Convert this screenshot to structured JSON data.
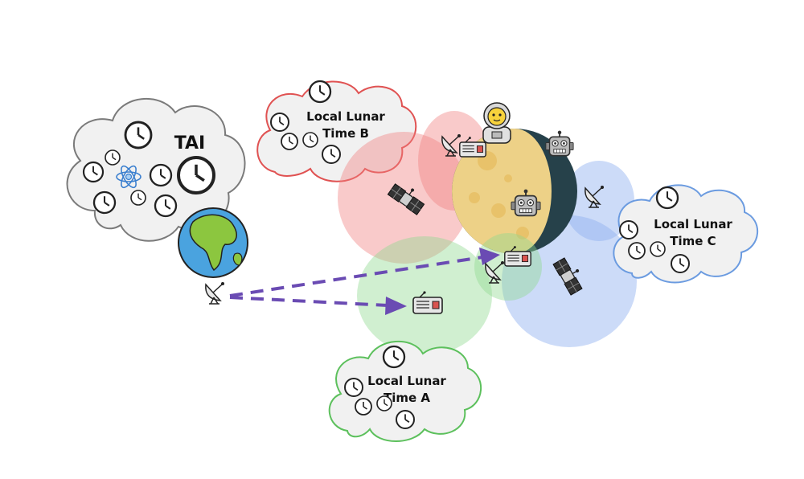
{
  "clouds": {
    "tai": {
      "label": "TAI",
      "stroke": "#7a7a7a"
    },
    "b": {
      "line1": "Local Lunar",
      "line2": "Time B",
      "stroke": "#e05252"
    },
    "c": {
      "line1": "Local Lunar",
      "line2": "Time C",
      "stroke": "#6b9be0"
    },
    "a": {
      "line1": "Local Lunar",
      "line2": "Time A",
      "stroke": "#5cc05c"
    }
  },
  "zones": {
    "red": "#f08080",
    "green": "#8fd88f",
    "blue": "#8fb0f0"
  },
  "arrows": {
    "color": "#6a4bb3"
  },
  "icons": [
    "clock-icon",
    "atom-icon",
    "earth-icon",
    "moon-icon",
    "satellite-icon",
    "dish-antenna-icon",
    "radio-transmitter-icon",
    "robot-icon",
    "astronaut-icon"
  ]
}
